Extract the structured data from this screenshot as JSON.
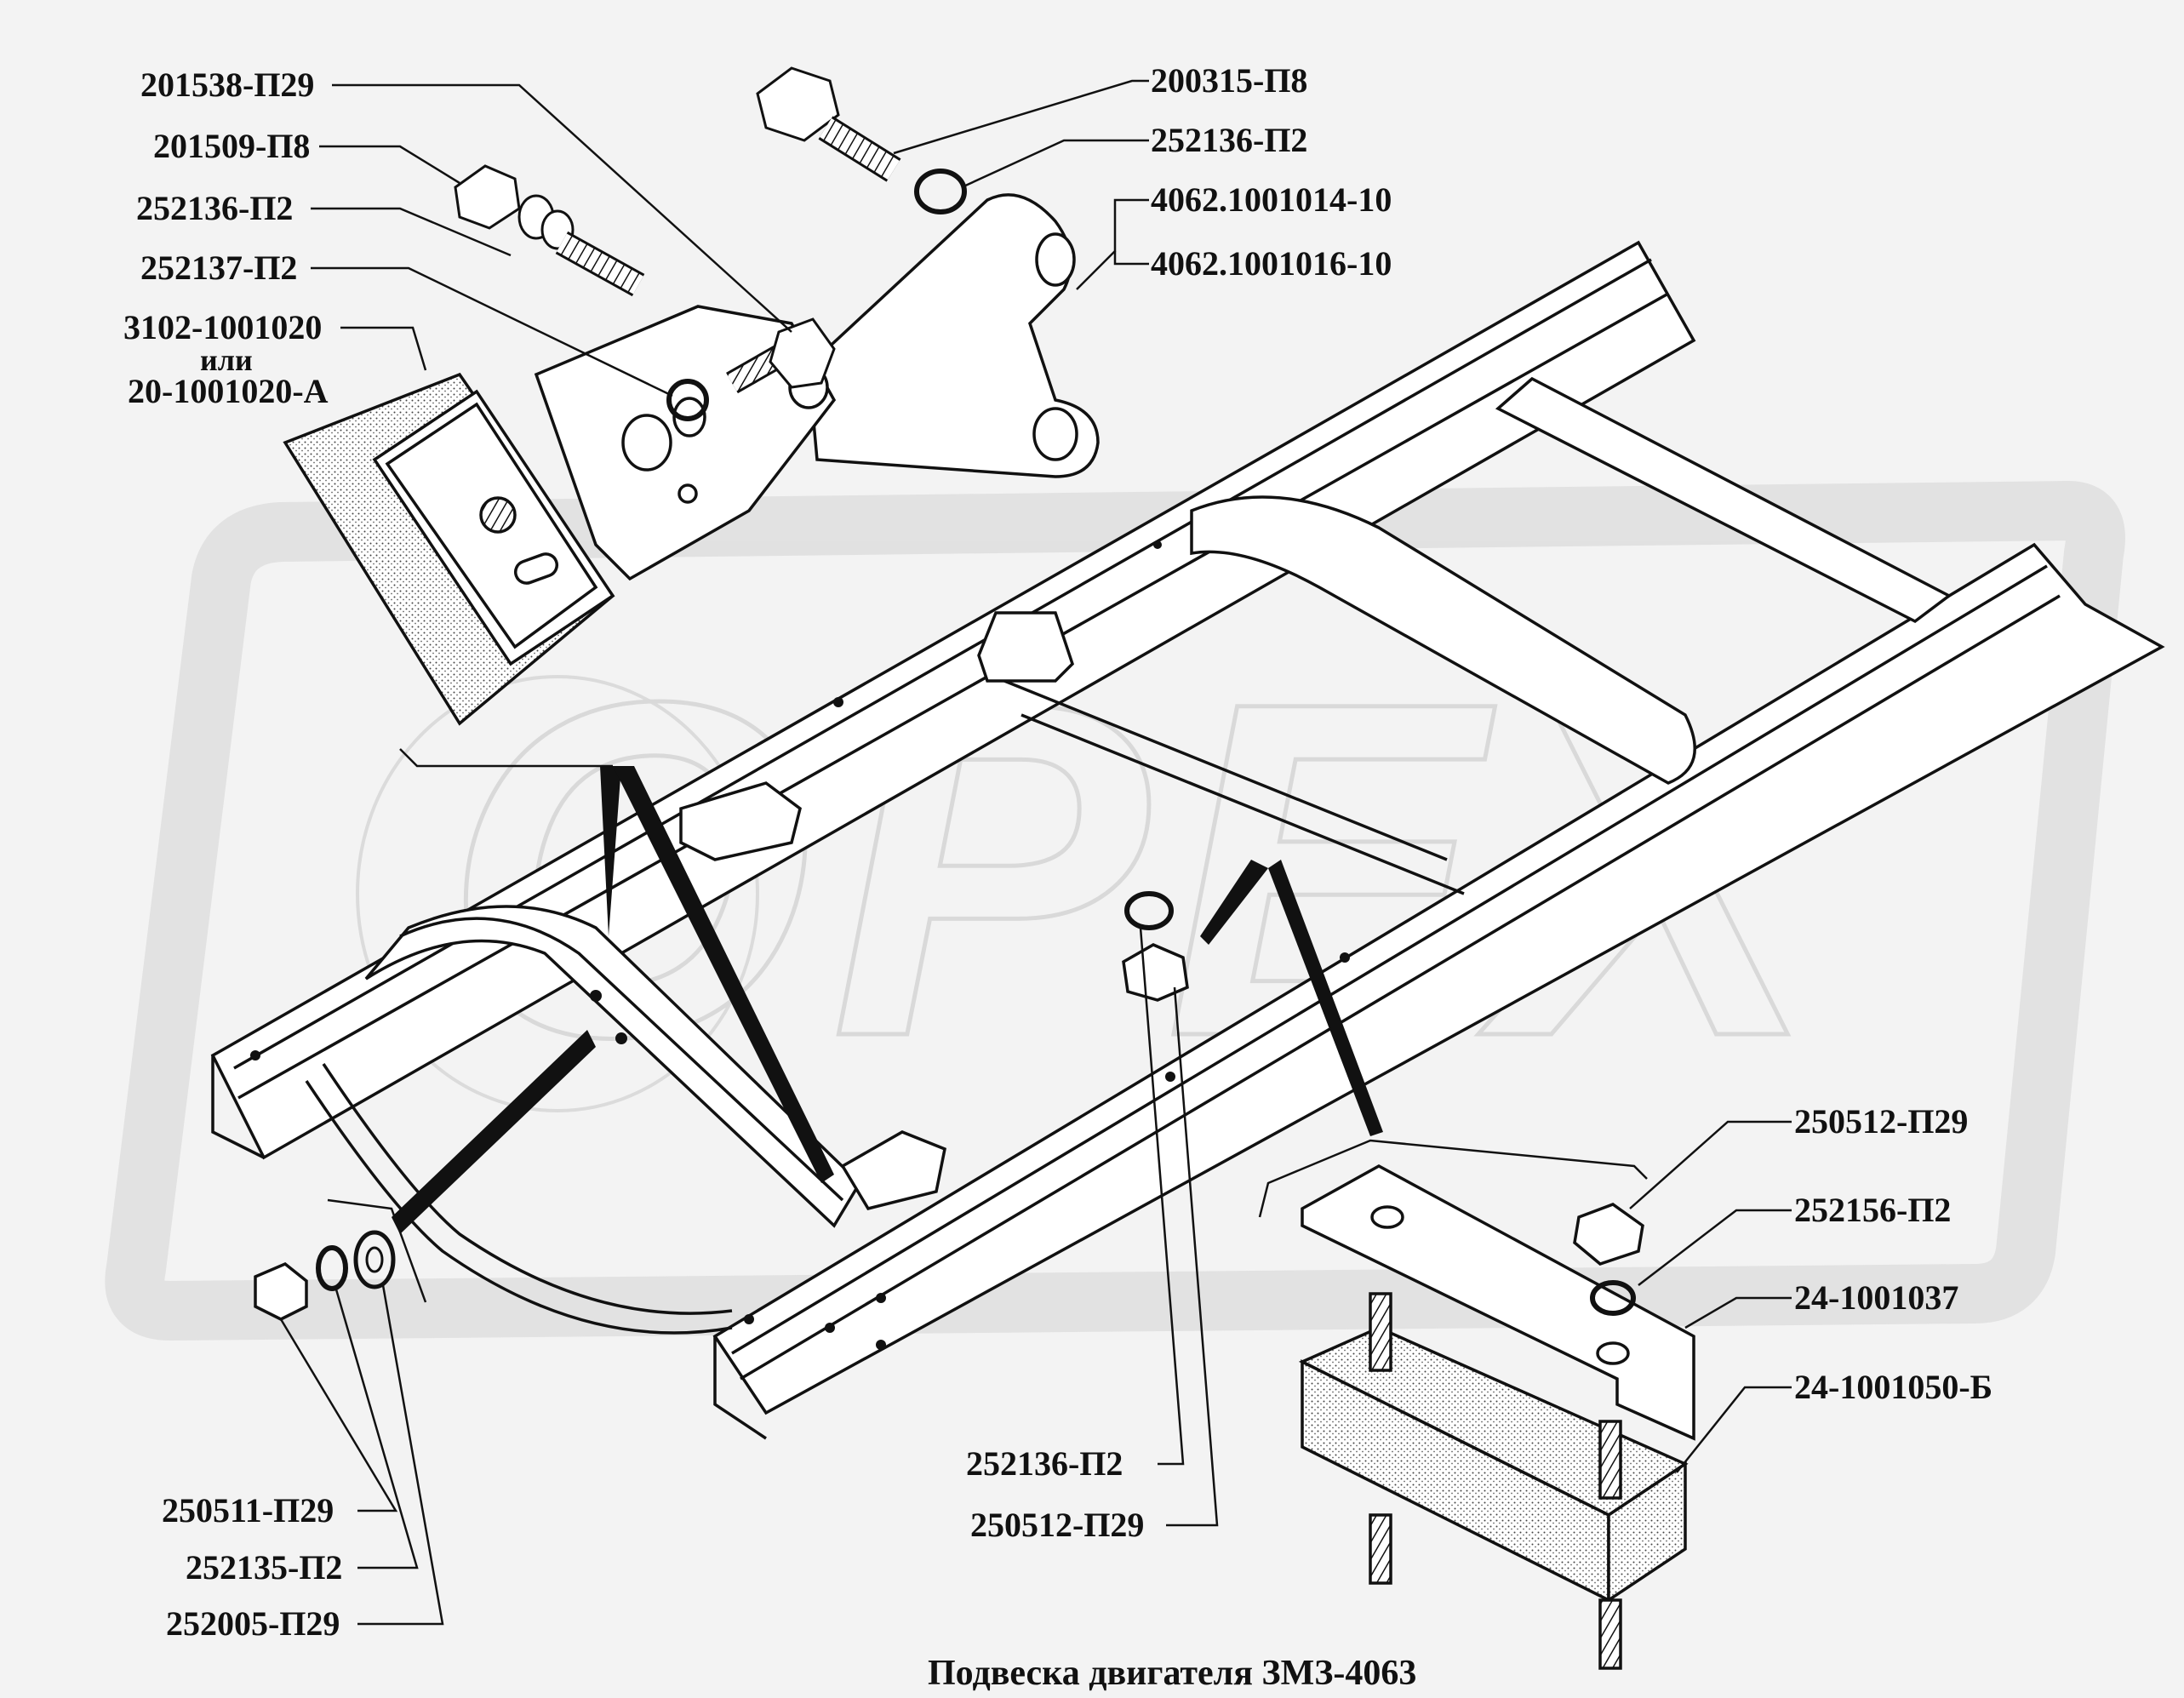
{
  "caption": "Подвеска двигателя ЗМЗ-4063",
  "watermark": "OPEX",
  "labels": {
    "p201538": "201538-П29",
    "p201509": "201509-П8",
    "p252136_a": "252136-П2",
    "p252137": "252137-П2",
    "p3102_a": "3102-1001020",
    "p3102_or": "или",
    "p3102_b": "20-1001020-А",
    "p200315": "200315-П8",
    "p252136_b": "252136-П2",
    "p4062_14": "4062.1001014-10",
    "p4062_16": "4062.1001016-10",
    "p250512_a": "250512-П29",
    "p252156": "252156-П2",
    "p241037": "24-1001037",
    "p241050": "24-1001050-Б",
    "p252136_c": "252136-П2",
    "p250512_b": "250512-П29",
    "p250511": "250511-П29",
    "p252135": "252135-П2",
    "p252005": "252005-П29"
  }
}
